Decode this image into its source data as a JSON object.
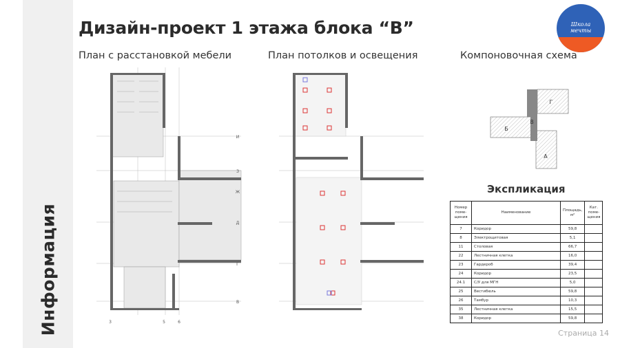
{
  "sidebar": {
    "label": "Информация"
  },
  "header": {
    "title": "Дизайн-проект 1 этажа блока “В”"
  },
  "sections": {
    "furniture_plan": "План с расстановкой мебели",
    "ceiling_plan": "План потолков и освещения",
    "layout_scheme": "Компоновочная схема"
  },
  "logo": {
    "text": "Школа мечты"
  },
  "plan_axes": {
    "rows": [
      "И",
      "З",
      "Ж",
      "Д",
      "Г",
      "В"
    ],
    "cols": [
      "3",
      "5",
      "6"
    ]
  },
  "scheme": {
    "blocks": [
      "А",
      "Б",
      "В",
      "Г"
    ]
  },
  "explication": {
    "title": "Экспликация",
    "headers": [
      "Номер поме-щения",
      "Наименование",
      "Площадь, м²",
      "Кат. поме-щения"
    ],
    "rows": [
      {
        "num": "7",
        "name": "Коридор",
        "area": "59,8",
        "cat": ""
      },
      {
        "num": "8",
        "name": "Электрощитовая",
        "area": "5,1",
        "cat": ""
      },
      {
        "num": "11",
        "name": "Столовая",
        "area": "66,7",
        "cat": ""
      },
      {
        "num": "22",
        "name": "Лестничная клетка",
        "area": "16,0",
        "cat": ""
      },
      {
        "num": "23",
        "name": "Гардероб",
        "area": "39,4",
        "cat": ""
      },
      {
        "num": "24",
        "name": "Коридор",
        "area": "23,5",
        "cat": ""
      },
      {
        "num": "24.1",
        "name": "С/У для МГН",
        "area": "5,0",
        "cat": ""
      },
      {
        "num": "25",
        "name": "Вестибюль",
        "area": "59,8",
        "cat": ""
      },
      {
        "num": "26",
        "name": "Тамбур",
        "area": "10,3",
        "cat": ""
      },
      {
        "num": "35",
        "name": "Лестничная клетка",
        "area": "15,5",
        "cat": ""
      },
      {
        "num": "38",
        "name": "Коридор",
        "area": "59,8",
        "cat": ""
      }
    ]
  },
  "footer": {
    "page": "Страница 14"
  }
}
